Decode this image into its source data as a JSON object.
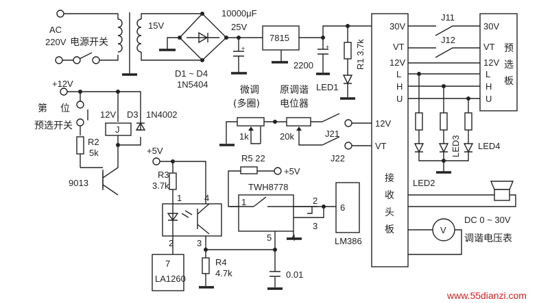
{
  "power": {
    "ac": "AC",
    "ac_v": "220V",
    "switch": "电源开关",
    "secondary": "15V",
    "bridge": "D1 ~ D4",
    "bridge_part": "1N5404",
    "cap1": "10000μF",
    "cap1_v": "25V",
    "regulator": "7815",
    "cap2": "2200",
    "led1": "LED1",
    "r1": "R1  3.7k"
  },
  "receiver": {
    "pins": [
      "30V",
      "VT",
      "12V",
      "L",
      "H",
      "U"
    ],
    "pins2": [
      "12V",
      "VT"
    ],
    "name": [
      "接",
      "收",
      "头",
      "板"
    ]
  },
  "preset": {
    "pins": [
      "30V",
      "VT",
      "12V",
      "L",
      "H",
      "U"
    ],
    "name": [
      "预",
      "选",
      "板"
    ],
    "j11": "J11",
    "j12": "J12"
  },
  "leds": {
    "led2": "LED2",
    "led3": "LED3",
    "led4": "LED4"
  },
  "relay": {
    "plus12": "+12V",
    "sw1": "第",
    "sw2": "位",
    "sw3": "预选开关",
    "coil_v": "12V",
    "j": "J",
    "d3": "D3",
    "d3_part": "1N4002",
    "r2": "R2",
    "r2_v": "5k",
    "transistor": "9013"
  },
  "tuning": {
    "fine1": "微调",
    "fine2": "(多圈)",
    "fine_v": "1k",
    "orig1": "原调谐",
    "orig2": "电位器",
    "orig_v": "20k",
    "j21": "J21",
    "j22": "J22"
  },
  "audio": {
    "plus5a": "+5V",
    "r3": "R3",
    "r3_v": "3.7k",
    "opto_pins": [
      "1",
      "4",
      "2",
      "3"
    ],
    "la": "7",
    "la_name": "LA1260",
    "r4": "R4",
    "r4_v": "4.7k",
    "r5": "R5  22",
    "plus5b": "+5V",
    "twh": "TWH8778",
    "twh_pins": [
      "1",
      "2",
      "3",
      "5",
      "4"
    ],
    "lm_pin": "6",
    "lm": "LM386",
    "cap3": "0.01"
  },
  "meter": {
    "symbol": "V",
    "range": "DC  0 ~ 30V",
    "label": "调谐电压表"
  },
  "watermark": "www.55dianzi.com"
}
